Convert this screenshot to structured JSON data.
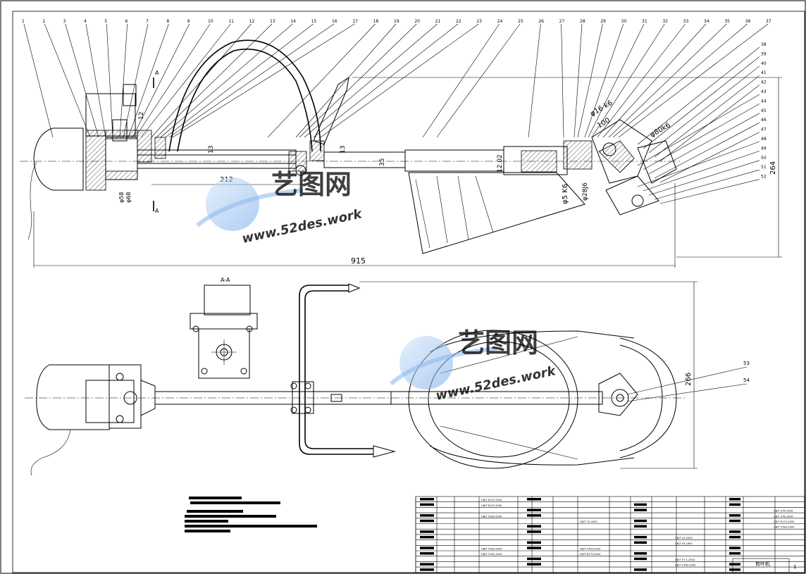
{
  "balloon_numbers": [
    "1",
    "2",
    "3",
    "4",
    "5",
    "6",
    "7",
    "8",
    "9",
    "10",
    "11",
    "12",
    "13",
    "14",
    "15",
    "16",
    "17",
    "18",
    "19",
    "20",
    "21",
    "22",
    "23",
    "24",
    "25",
    "26",
    "27",
    "28",
    "29",
    "30",
    "31",
    "32",
    "33",
    "34",
    "35",
    "36",
    "37",
    "38",
    "39",
    "40",
    "41",
    "42",
    "43",
    "44",
    "45",
    "46",
    "47",
    "48",
    "49",
    "50",
    "51",
    "52"
  ],
  "balloon_numbers_lower": [
    "53",
    "54"
  ],
  "dimensions": {
    "overall_length": "915",
    "height_right": "264",
    "offset_212": "212",
    "shaft_13": "13",
    "shaft_13b": "13",
    "shaft_12": "12",
    "dia_58": "φ58",
    "dia_68": "φ68",
    "dia_16k6": "φ16 k6",
    "dim_100": "100",
    "dia_80k6": "φ80k6",
    "dia_5k6": "φ5 K6",
    "dia_28j6": "φ28J6",
    "dim_12002": "12.02",
    "dim_35": "35",
    "height_lower": "266"
  },
  "section_labels": {
    "cut_a_top": "A",
    "cut_a_bottom": "A",
    "view_aa": "A-A"
  },
  "title_block": {
    "drawing_name": "剪叶机",
    "sheet_no": "1",
    "standards": [
      "GB/T 6170-2000",
      "GB/T 6170-2000",
      "GB/T 5783-2000",
      "GB/T 5782-2000",
      "GB/T 5781-2000",
      "GB/T 70-2000",
      "GB/T 5783-2000",
      "GB/T 6170-2000",
      "GB/T 41-2000",
      "GB/T 93-1987",
      "GB/T 97.1-2002",
      "GB/T 5782-2000",
      "GB/T 276-1994",
      "GB/T 276-1994",
      "GB/T 6170-2000",
      "GB/T 5783-2000"
    ]
  },
  "watermark": {
    "brand": "艺图网",
    "url": "www.52des.work"
  },
  "colors": {
    "watermark": "#7fb0e8",
    "ink": "#000000",
    "paper": "#ffffff"
  }
}
